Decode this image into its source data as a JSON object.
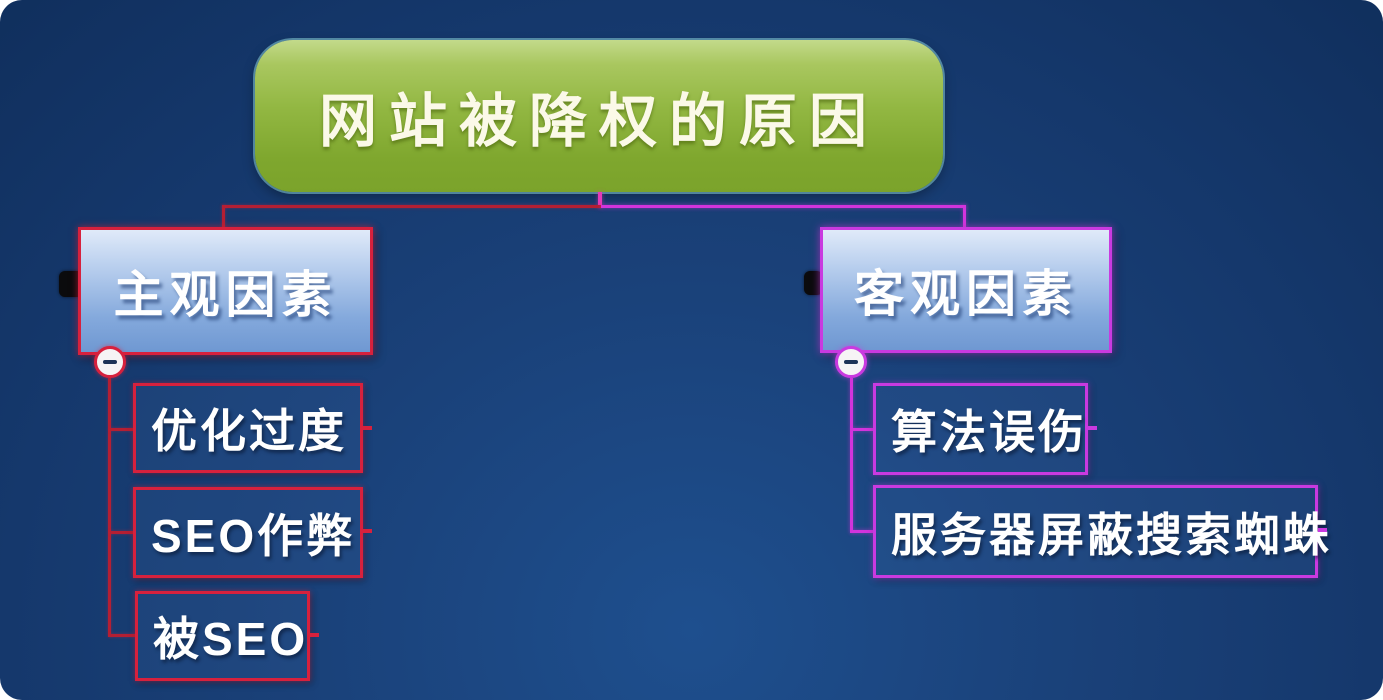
{
  "root": {
    "label": "网站被降权的原因"
  },
  "branches": [
    {
      "label": "主观因素",
      "accent": "#d7213d",
      "children": [
        "优化过度",
        "SEO作弊",
        "被SEO"
      ]
    },
    {
      "label": "客观因素",
      "accent": "#c93ae0",
      "children": [
        "算法误伤",
        "服务器屏蔽搜索蜘蛛"
      ]
    }
  ],
  "icons": {
    "collapse_subjective": "minus-icon",
    "collapse_objective": "minus-icon",
    "anchor_subjective": "black-tab-icon",
    "anchor_objective": "black-tab-icon"
  },
  "colors": {
    "background": "#16396d",
    "root_fill": "#8ab13a",
    "root_text": "#fbf9e8",
    "branch_fill_top": "#e0eaf9",
    "branch_fill_bottom": "#6f98d2",
    "accent_red": "#d7213d",
    "accent_magenta": "#c93ae0",
    "line_red": "#b41f33",
    "line_magenta": "#d234dc"
  }
}
